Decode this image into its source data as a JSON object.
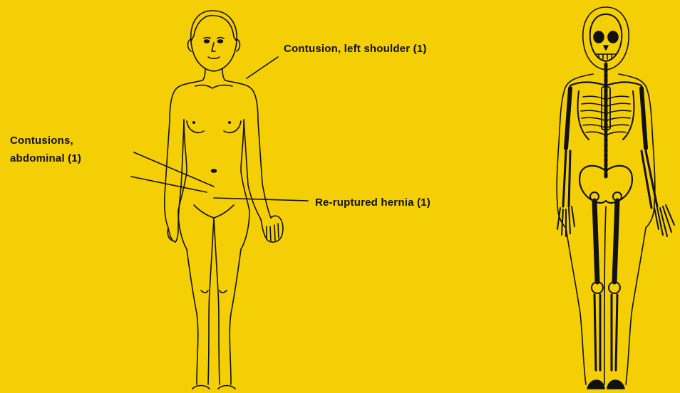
{
  "annotations": {
    "shoulder": "Contusion, left shoulder (1)",
    "contusions_line1": "Contusions,",
    "contusions_line2": "abdominal (1)",
    "hernia": "Re-ruptured hernia (1)"
  },
  "colors": {
    "background": "#F5CF05",
    "ink": "#111111"
  }
}
